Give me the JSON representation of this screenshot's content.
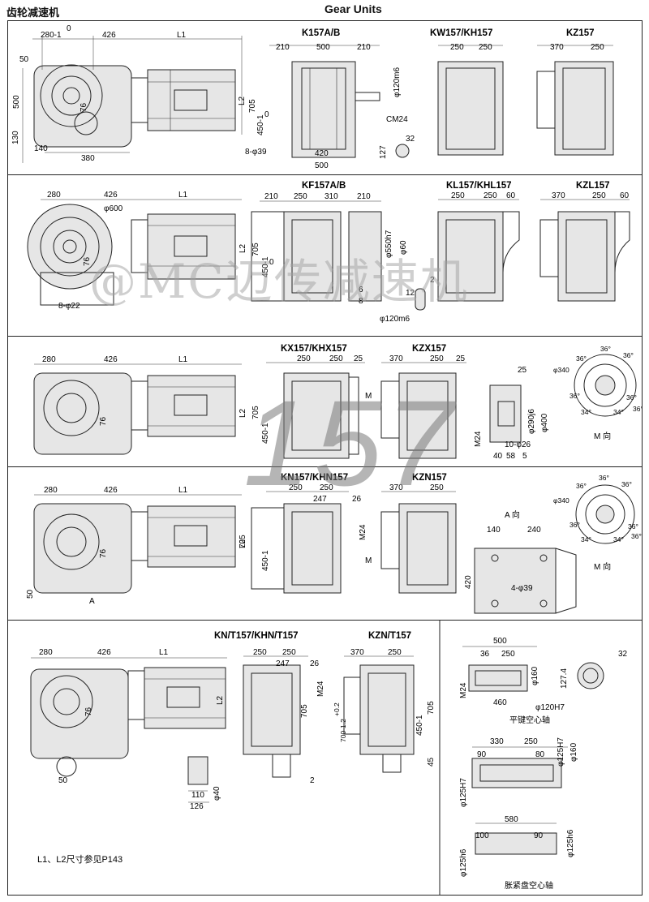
{
  "header": {
    "title_cn": "齿轮减速机",
    "title_en": "Gear Units"
  },
  "watermark": "@MC迈传减速机",
  "big_number": "157",
  "s1": {
    "dims_left": [
      "0",
      "280-1",
      "426",
      "L1",
      "50",
      "500",
      "130",
      "140",
      "380",
      "76",
      "L2"
    ],
    "ka": {
      "title": "K157A/B",
      "dims": [
        "210",
        "500",
        "210",
        "705",
        "450-1",
        "0",
        "φ120m6",
        "CM24",
        "8-φ39",
        "420",
        "500",
        "127",
        "32"
      ]
    },
    "kw": {
      "title": "KW157/KH157",
      "dims": [
        "250",
        "250"
      ]
    },
    "kz": {
      "title": "KZ157",
      "dims": [
        "370",
        "250"
      ]
    }
  },
  "s2": {
    "dims_left": [
      "280",
      "426",
      "L1",
      "φ600",
      "76",
      "L2",
      "8-φ22"
    ],
    "kf": {
      "title": "KF157A/B",
      "dims": [
        "210",
        "250",
        "310",
        "210",
        "705",
        "450-1",
        "0",
        "φ550h7",
        "φ60",
        "12",
        "2",
        "6",
        "8",
        "φ120m6"
      ]
    },
    "kl": {
      "title": "KL157/KHL157",
      "dims": [
        "250",
        "250",
        "60"
      ]
    },
    "kzl": {
      "title": "KZL157",
      "dims": [
        "370",
        "250",
        "60"
      ]
    }
  },
  "s3": {
    "dims_left": [
      "280",
      "426",
      "L1",
      "76",
      "L2"
    ],
    "kx": {
      "title": "KX157/KHX157",
      "dims": [
        "250",
        "250",
        "25",
        "705",
        "450-1",
        "M"
      ]
    },
    "kzx": {
      "title": "KZX157",
      "dims": [
        "370",
        "250",
        "25"
      ]
    },
    "flange": {
      "dims": [
        "25",
        "φ290j6",
        "φ400",
        "M24",
        "10-φ26",
        "40",
        "58",
        "5"
      ]
    },
    "mview": {
      "dims": [
        "φ340",
        "36°",
        "36°",
        "36°",
        "36°",
        "36°",
        "34°",
        "34°",
        "36°"
      ],
      "label": "M 向"
    }
  },
  "s4": {
    "dims_left": [
      "280",
      "426",
      "L1",
      "76",
      "L2",
      "50",
      "A"
    ],
    "kn": {
      "title": "KN157/KHN157",
      "dims": [
        "250",
        "250",
        "247",
        "26",
        "M24",
        "705",
        "450-1",
        "M"
      ]
    },
    "kzn": {
      "title": "KZN157",
      "dims": [
        "370",
        "250"
      ]
    },
    "aview": {
      "label": "A 向",
      "dims": [
        "140",
        "240",
        "420",
        "4-φ39"
      ]
    },
    "mview": {
      "dims": [
        "φ340",
        "36°",
        "36°",
        "36°",
        "36°",
        "36°",
        "34°",
        "34°",
        "36°"
      ],
      "label": "M 向"
    }
  },
  "s5": {
    "dims_left": [
      "280",
      "426",
      "L1",
      "76",
      "L2",
      "50"
    ],
    "knt": {
      "title": "KN/T157/KHN/T157",
      "dims": [
        "250",
        "250",
        "247",
        "26",
        "M24",
        "705",
        "700-1.2",
        "+0.2",
        "2"
      ]
    },
    "kznt": {
      "title": "KZN/T157",
      "dims": [
        "370",
        "250",
        "450-1",
        "705",
        "45"
      ]
    },
    "small": {
      "dims": [
        "110",
        "126",
        "φ40"
      ]
    },
    "note": "L1、L2尺寸参见P143",
    "keyshaft": {
      "dims": [
        "500",
        "36",
        "250",
        "460",
        "M24",
        "φ160",
        "φ120H7",
        "32",
        "127.4"
      ],
      "label": "平键空心轴"
    },
    "shrink": {
      "dims": [
        "330",
        "250",
        "80",
        "90",
        "φ125H7",
        "φ160",
        "φ125H7",
        "580",
        "100",
        "90",
        "φ125h6",
        "φ125h6"
      ],
      "label": "胀紧盘空心轴"
    }
  }
}
